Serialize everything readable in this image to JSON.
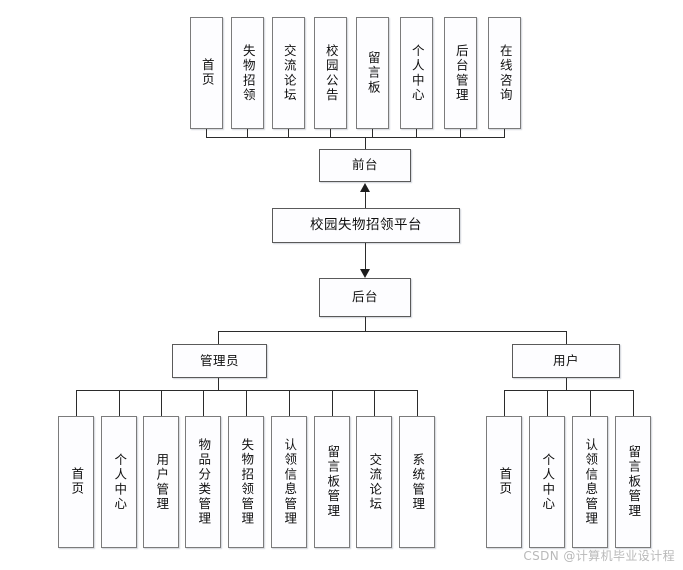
{
  "diagram": {
    "title": "校园失物招领平台",
    "watermark": "CSDN @计算机毕业设计程",
    "root": {
      "label": "校园失物招领平台"
    },
    "frontend": {
      "label": "前台"
    },
    "backend": {
      "label": "后台"
    },
    "roles": {
      "admin": {
        "label": "管理员"
      },
      "user": {
        "label": "用户"
      }
    },
    "frontend_items": [
      {
        "label": "首页"
      },
      {
        "label": "失物招领"
      },
      {
        "label": "交流论坛"
      },
      {
        "label": "校园公告"
      },
      {
        "label": "留言板"
      },
      {
        "label": "个人中心"
      },
      {
        "label": "后台管理"
      },
      {
        "label": "在线咨询"
      }
    ],
    "admin_items": [
      {
        "label": "首页"
      },
      {
        "label": "个人中心"
      },
      {
        "label": "用户管理"
      },
      {
        "label": "物品分类管理"
      },
      {
        "label": "失物招领管理"
      },
      {
        "label": "认领信息管理"
      },
      {
        "label": "留言板管理"
      },
      {
        "label": "交流论坛"
      },
      {
        "label": "系统管理"
      }
    ],
    "user_items": [
      {
        "label": "首页"
      },
      {
        "label": "个人中心"
      },
      {
        "label": "认领信息管理"
      },
      {
        "label": "留言板管理"
      }
    ],
    "colors": {
      "box_fill": "#fdfdff",
      "box_border": "#7b7b7b",
      "line": "#2b2b2b",
      "text": "#101010",
      "watermark": "#b9b9b9"
    }
  }
}
